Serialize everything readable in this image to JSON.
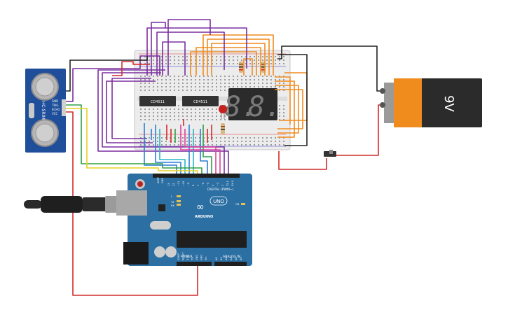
{
  "sensor": {
    "model": "HC-SR04",
    "pins": [
      "GND",
      "TRIG",
      "ECHO",
      "VCC"
    ],
    "body_color": "#1f4f9a"
  },
  "breadboard": {
    "chips": [
      {
        "label": "CD4511"
      },
      {
        "label": "CD4511"
      }
    ],
    "display": {
      "digits": [
        "8.",
        "8."
      ]
    }
  },
  "battery": {
    "voltage_label": "9V"
  },
  "arduino": {
    "brand": "ARDUINO",
    "model": "UNO",
    "digital_label": "DIGITAL (PWM~)",
    "power_label": "POWER",
    "analog_label": "ANALOG IN",
    "aref_label": "AREF",
    "gnd_label": "GND",
    "tx_label": "TX",
    "rx_label": "RX",
    "on_label": "ON",
    "l_label": "L",
    "power_pins": [
      "IOREF",
      "RESET",
      "3.3V",
      "5V",
      "GND",
      "GND",
      "Vin"
    ],
    "analog_pins": [
      "A0",
      "A1",
      "A2",
      "A3",
      "A4",
      "A5"
    ],
    "digital_pins": [
      "13",
      "12",
      "~11",
      "~10",
      "~9",
      "8",
      "7",
      "~6",
      "~5",
      "4",
      "~3",
      "2",
      "TX 1",
      "RX 0"
    ],
    "board_color": "#2c6fa3"
  },
  "wire_colors": {
    "red": "#d22b2b",
    "black": "#222222",
    "orange": "#f08c1e",
    "purple": "#7b2fa0",
    "blue": "#2a7fd6",
    "green": "#2ea043",
    "yellow": "#e6d11f",
    "pink": "#e040a0",
    "cyan": "#26b5c9"
  }
}
